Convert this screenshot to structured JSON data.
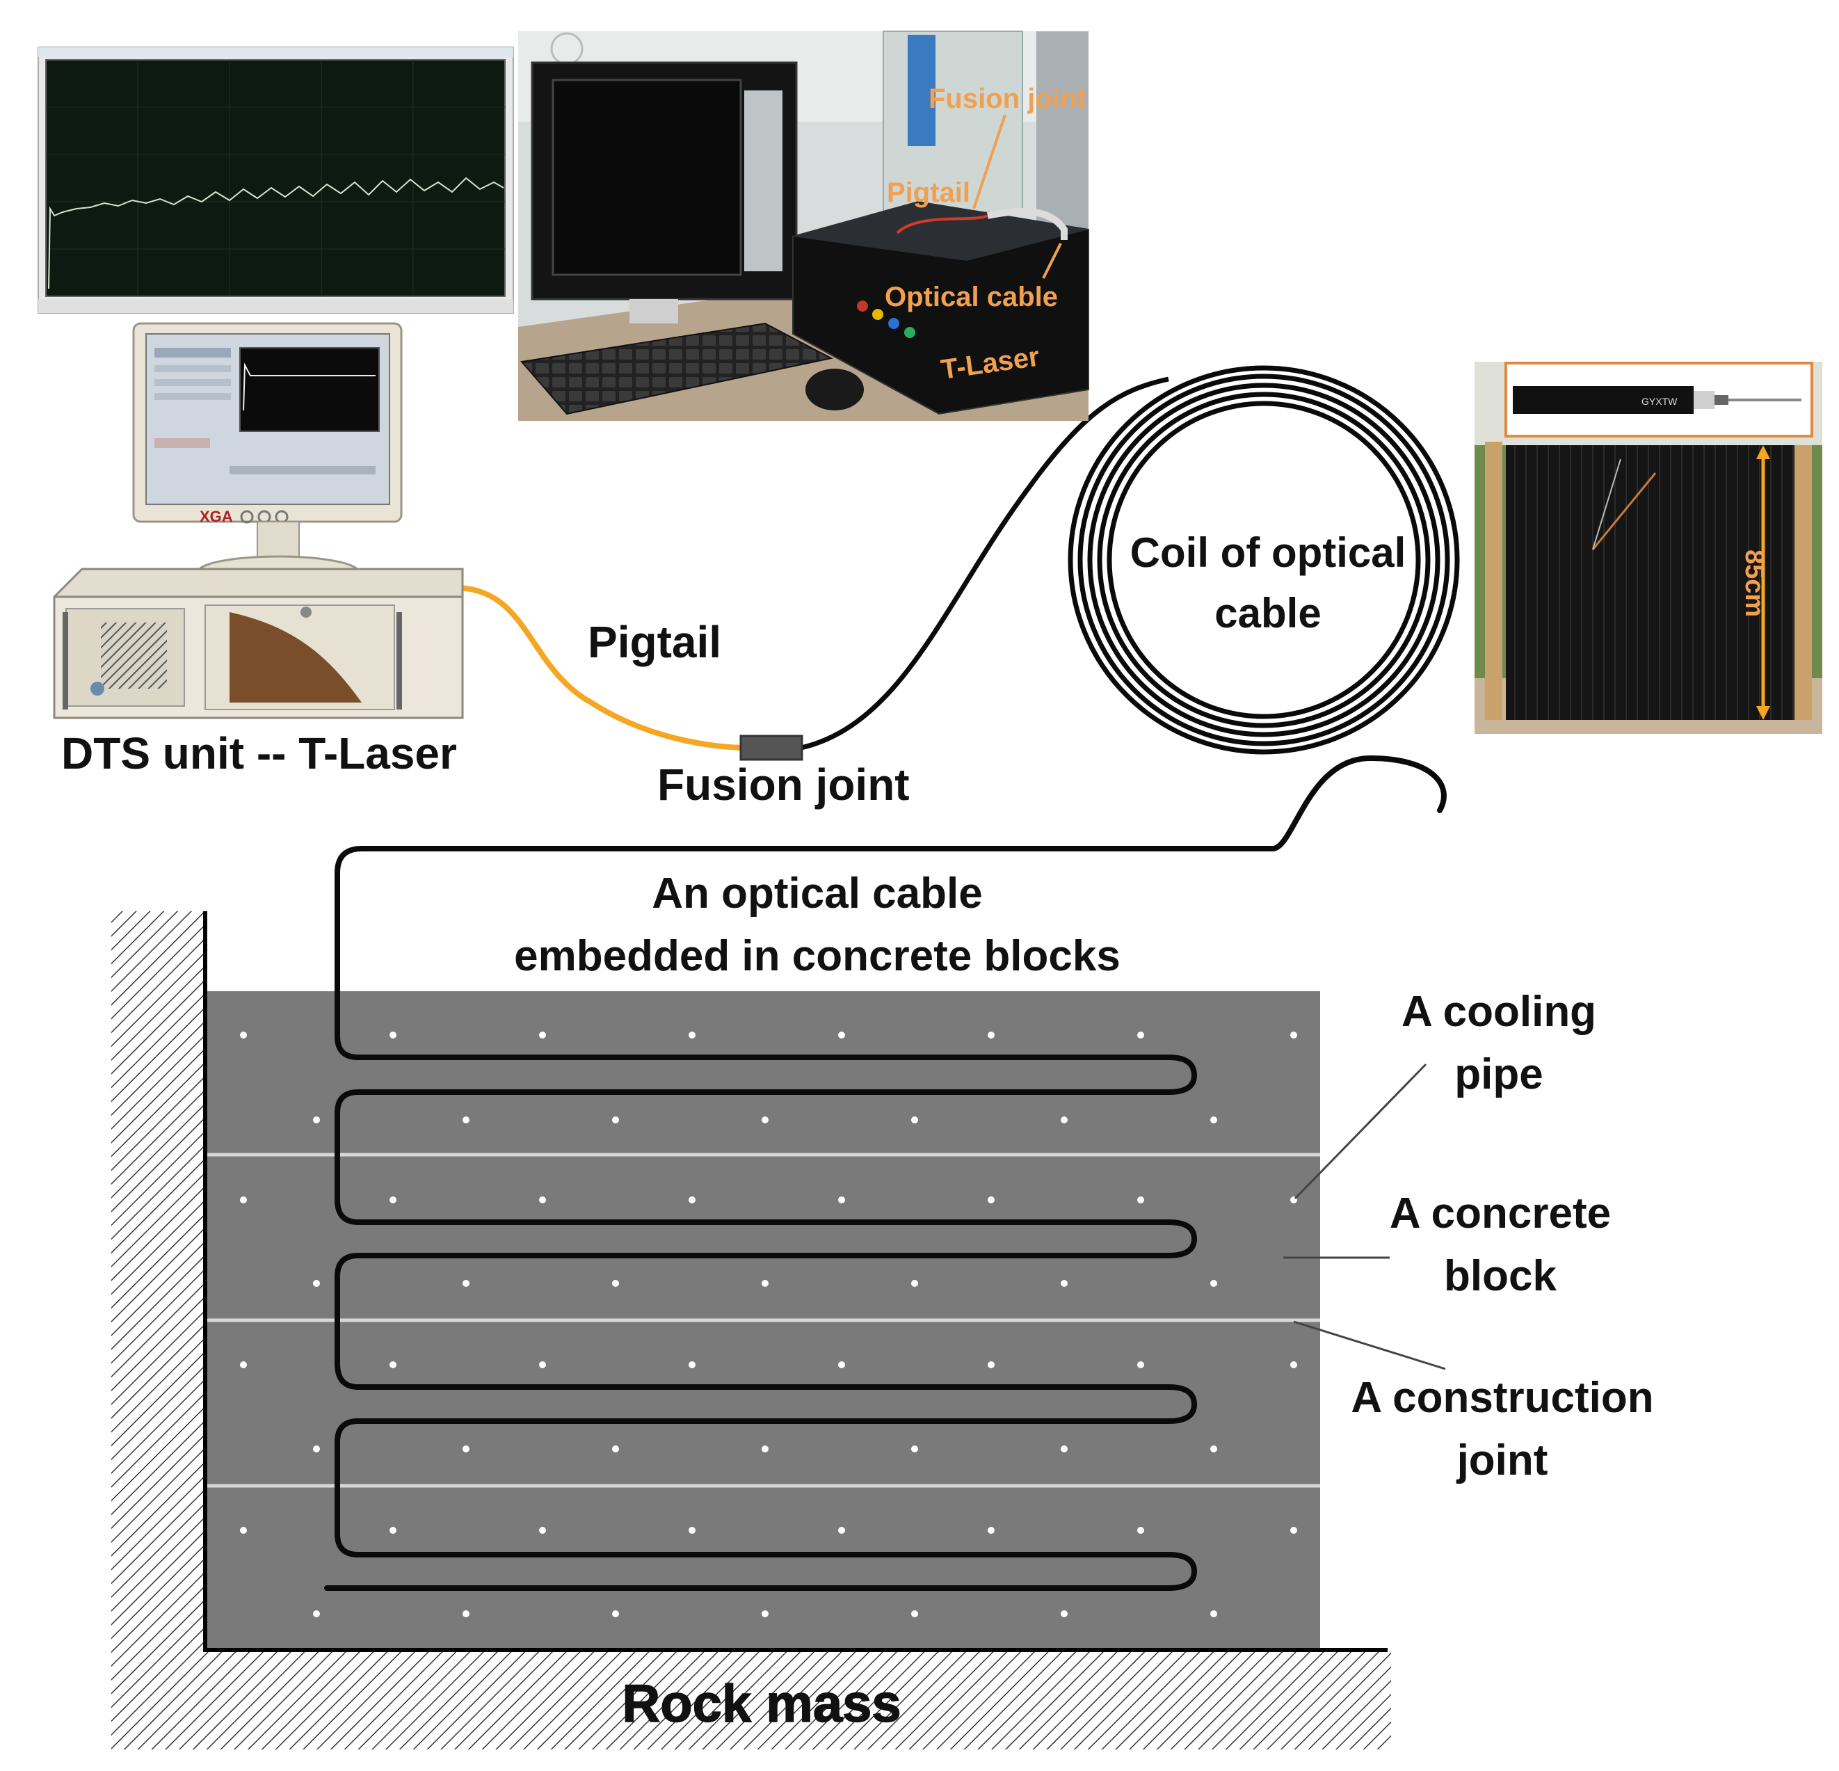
{
  "labels": {
    "dts_unit": "DTS unit -- T-Laser",
    "pigtail": "Pigtail",
    "fusion_joint": "Fusion joint",
    "coil_line1": "Coil of optical",
    "coil_line2": "cable",
    "embedded_line1": "An optical cable",
    "embedded_line2": "embedded in concrete blocks",
    "cooling_line1": "A cooling",
    "cooling_line2": "pipe",
    "block_line1": "A concrete",
    "block_line2": "block",
    "joint_line1": "A construction",
    "joint_line2": "joint",
    "rock_mass": "Rock mass"
  },
  "photo_labels": {
    "fusion_joint": "Fusion joint",
    "pigtail": "Pigtail",
    "optical_cable": "Optical cable",
    "t_laser": "T-Laser",
    "monitor_brand": "XGA",
    "reel_diameter": "85cm",
    "cable_print": "GYXTW"
  },
  "colors": {
    "concrete": "#7a7a7a",
    "cable": "#0a0a0a",
    "pigtail": "#f5a623",
    "joint_line": "#d8d8d8",
    "photo_text": "#f0a050",
    "hatch": "#333333"
  }
}
